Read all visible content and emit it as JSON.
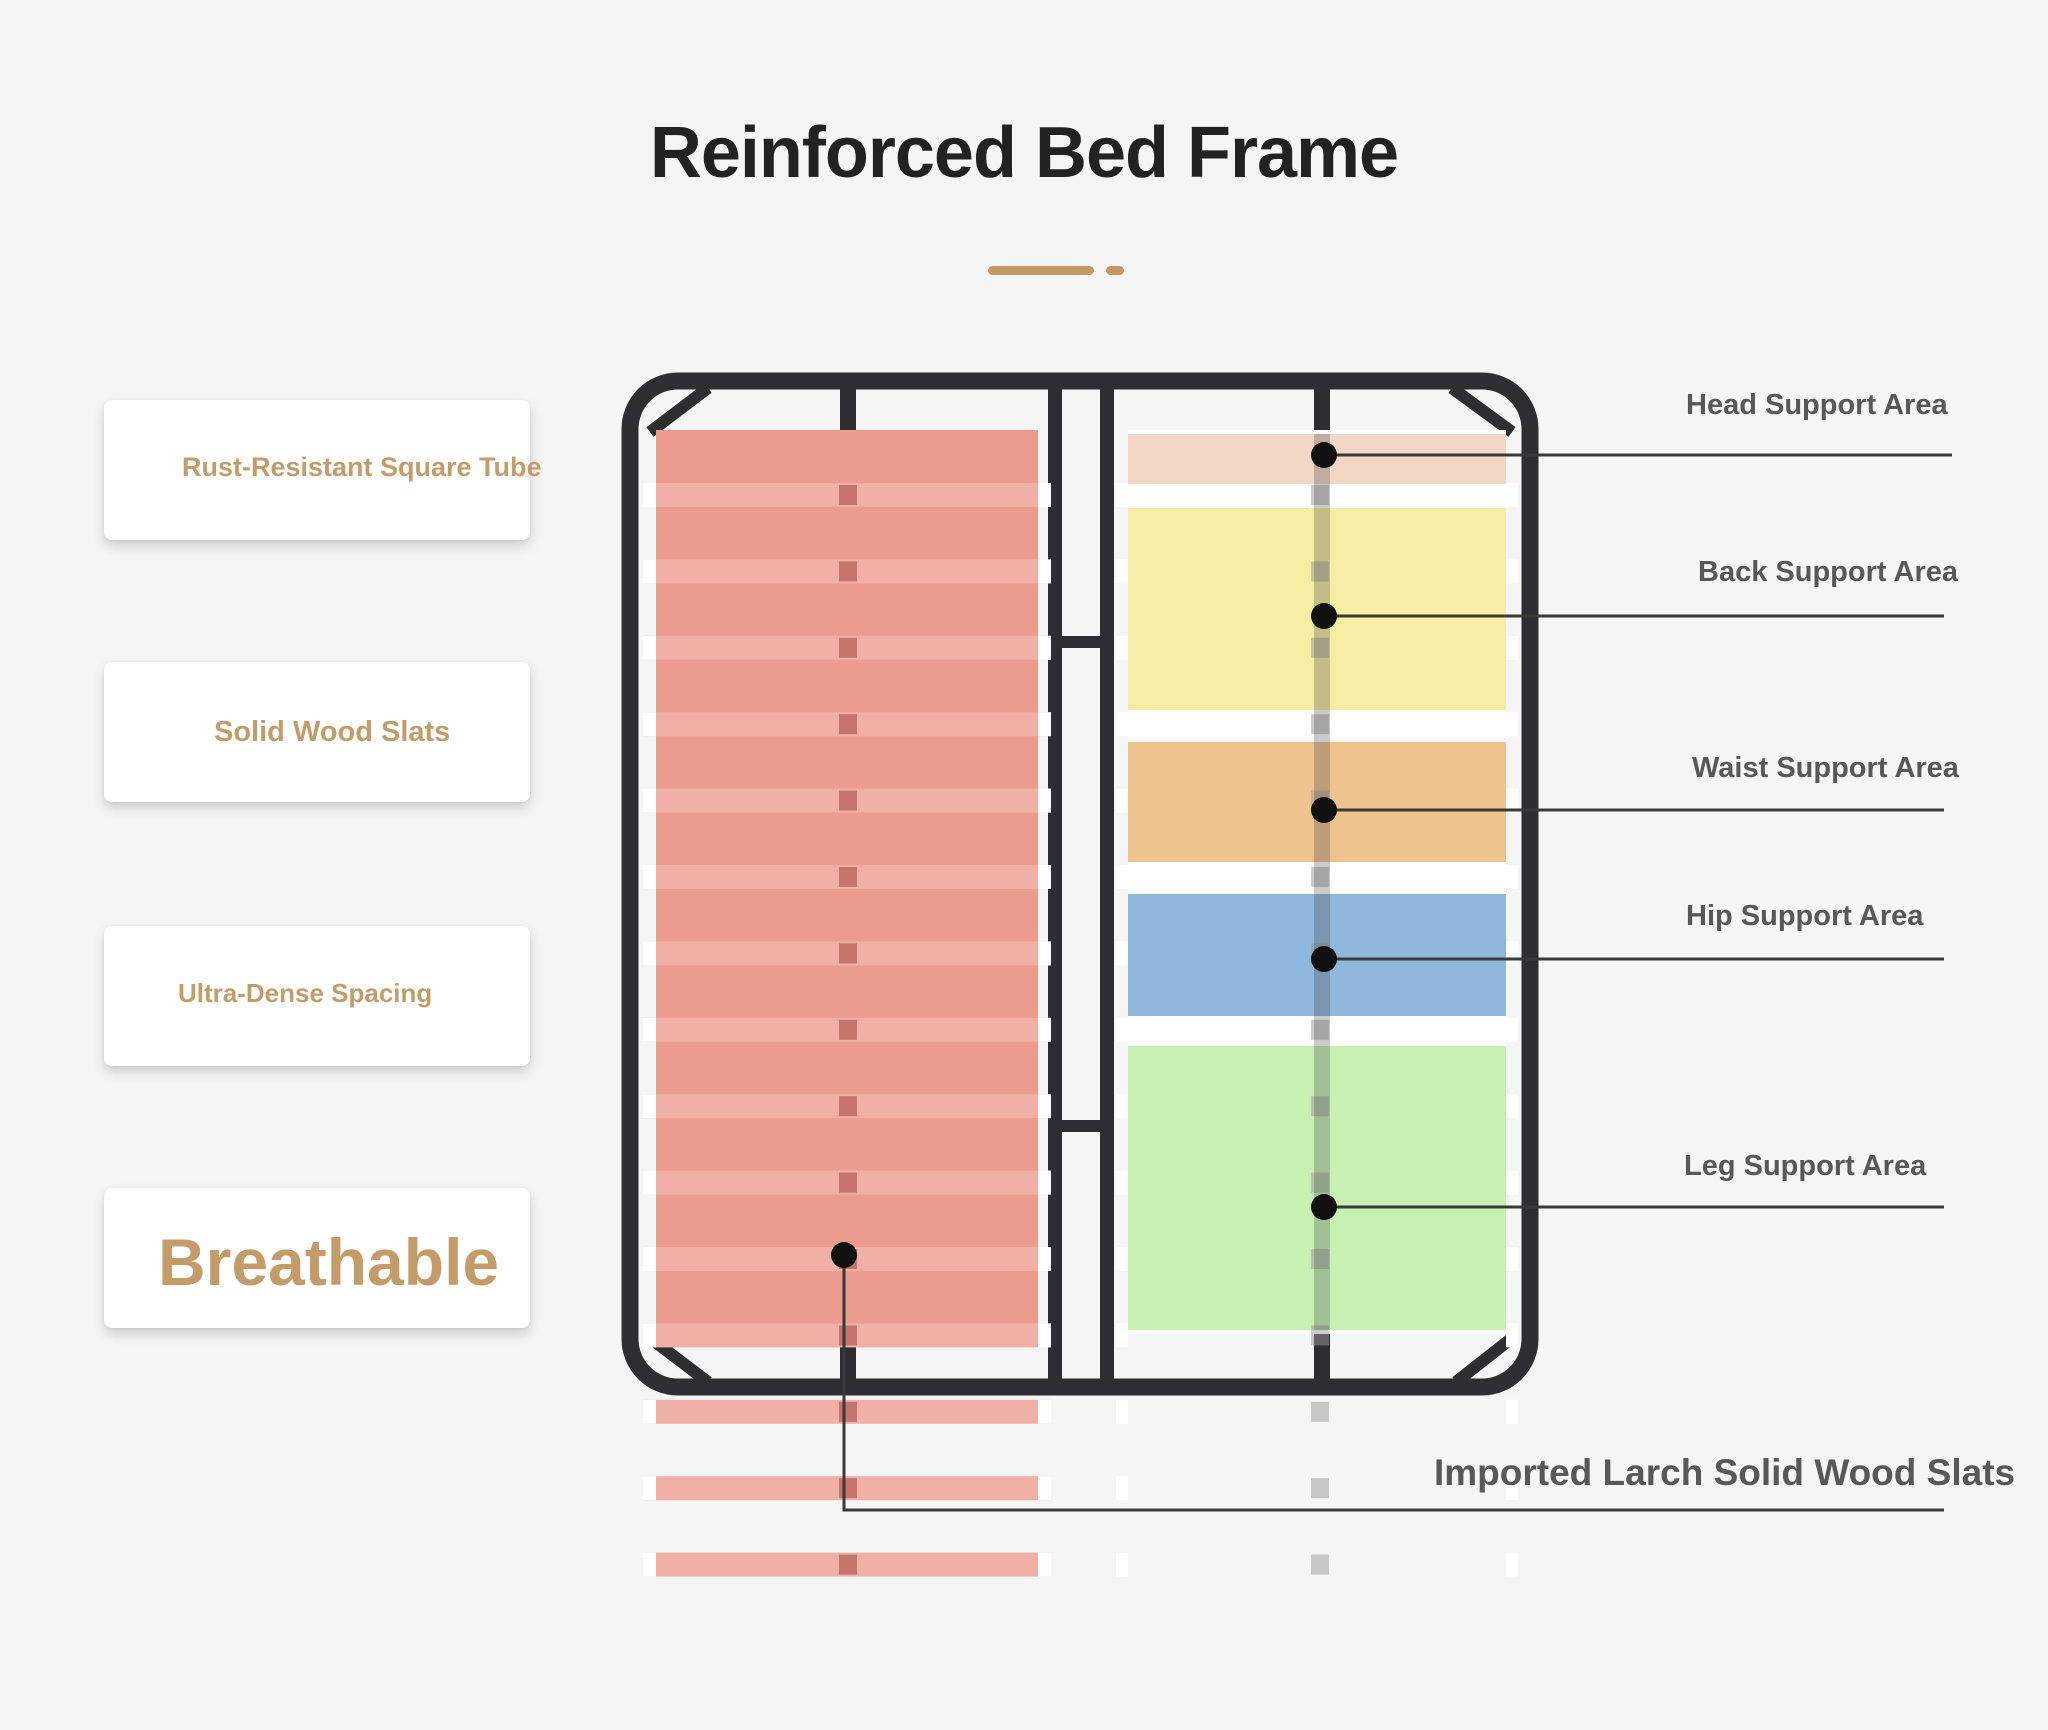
{
  "title": "Reinforced Bed Frame",
  "features": [
    {
      "label": "Rust-Resistant Square Tube"
    },
    {
      "label": "Solid Wood Slats"
    },
    {
      "label": "Ultra-Dense Spacing"
    },
    {
      "label": "Breathable"
    }
  ],
  "zones": [
    {
      "label": "Head Support Area",
      "color": "#f2d7c4"
    },
    {
      "label": "Back Support Area",
      "color": "#f4eda3"
    },
    {
      "label": "Waist Support Area",
      "color": "#eec38e"
    },
    {
      "label": "Hip Support Area",
      "color": "#90b8dc"
    },
    {
      "label": "Leg Support Area",
      "color": "#c9f0b3"
    }
  ],
  "left_panel_color": "#ec9c8f",
  "frame_color": "#2e2e32",
  "accent_color": "#c39a63",
  "slats_label": "Imported Larch Solid Wood Slats"
}
